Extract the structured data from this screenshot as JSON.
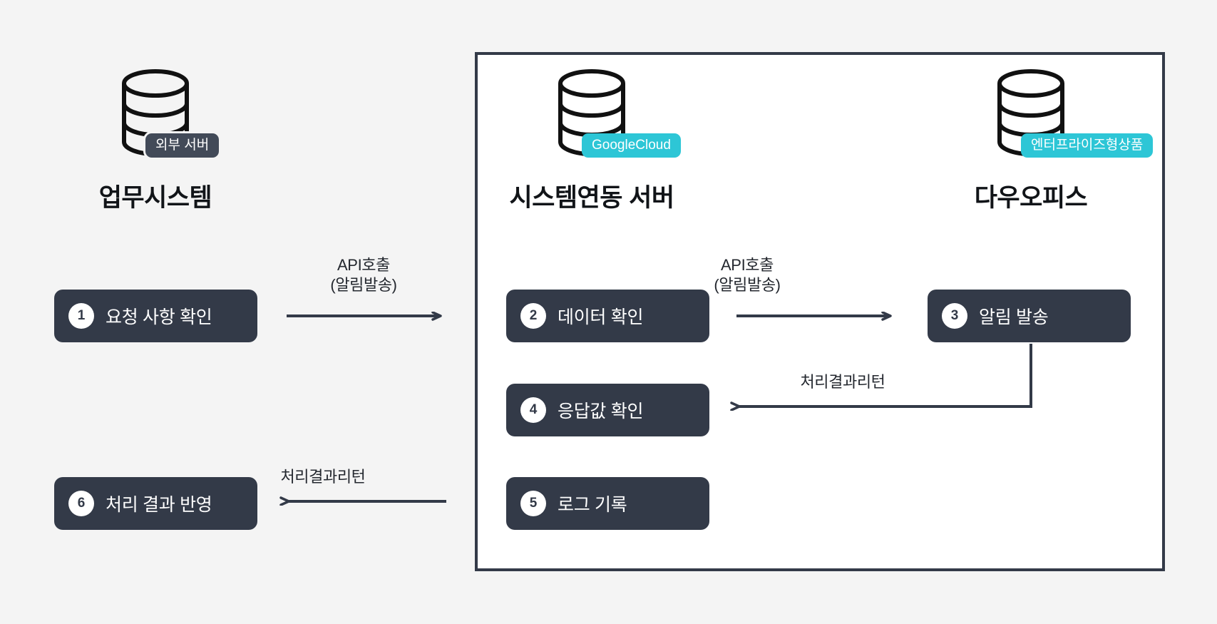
{
  "diagram": {
    "background_color": "#f4f4f4",
    "panel_color": "#ffffff",
    "accent_dark": "#333a48",
    "accent_cyan": "#2dc6d6",
    "nodes": [
      {
        "id": "business-system",
        "title": "업무시스템",
        "badge": "외부 서버",
        "badge_style": "dark",
        "icon": "database-icon"
      },
      {
        "id": "integration-server",
        "title": "시스템연동 서버",
        "badge": "GoogleCloud",
        "badge_style": "cyan",
        "icon": "database-icon"
      },
      {
        "id": "daouoffice",
        "title": "다우오피스",
        "badge": "엔터프라이즈형상품",
        "badge_style": "cyan",
        "icon": "database-icon"
      }
    ],
    "steps": [
      {
        "num": "1",
        "label": "요청 사항 확인"
      },
      {
        "num": "2",
        "label": "데이터 확인"
      },
      {
        "num": "3",
        "label": "알림 발송"
      },
      {
        "num": "4",
        "label": "응답값 확인"
      },
      {
        "num": "5",
        "label": "로그 기록"
      },
      {
        "num": "6",
        "label": "처리 결과 반영"
      }
    ],
    "arrow_labels": [
      {
        "id": "api-call-left",
        "text": "API호출\n(알림발송)"
      },
      {
        "id": "api-call-right",
        "text": "API호출\n(알림발송)"
      },
      {
        "id": "result-return-inner",
        "text": "처리결과리턴"
      },
      {
        "id": "result-return-outer",
        "text": "처리결과리턴"
      }
    ]
  }
}
